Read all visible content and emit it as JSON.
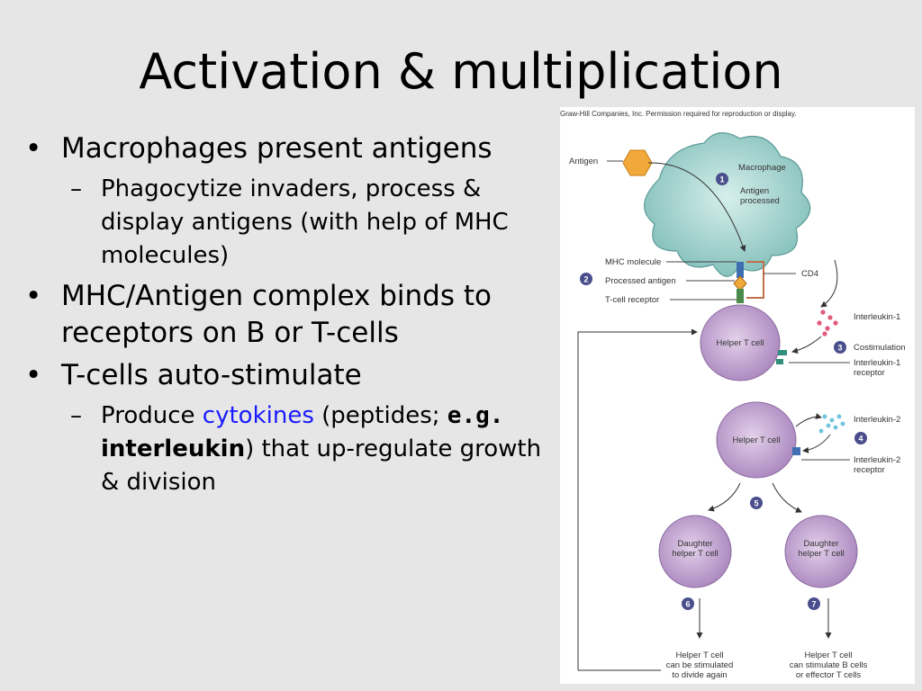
{
  "slide": {
    "title": "Activation & multiplication",
    "bullets": [
      {
        "text": "Macrophages present antigens"
      },
      {
        "sub": "Phagocytize invaders, process & display antigens (with help of MHC molecules)"
      },
      {
        "text": "MHC/Antigen complex binds to receptors on B or T-cells"
      },
      {
        "text": "T-cells auto-stimulate"
      },
      {
        "sub_parts": {
          "prefix": "Produce ",
          "highlight": "cytokines",
          "middle": " (peptides; ",
          "eg": "e.g.",
          "bold": " interleukin",
          "suffix": ") that up-regulate growth & division"
        }
      }
    ],
    "bullet_char": "•",
    "sub_char": "–",
    "highlight_color": "#1a1aff"
  },
  "figure": {
    "credit": "Graw-Hill Companies, Inc. Permission required for reproduction or display.",
    "labels": {
      "antigen": "Antigen",
      "macrophage": "Macrophage",
      "antigen_processed_1": "Antigen",
      "antigen_processed_2": "processed",
      "mhc": "MHC molecule",
      "processed_antigen": "Processed antigen",
      "tcr": "T-cell receptor",
      "cd4": "CD4",
      "il1": "Interleukin-1",
      "costim": "Costimulation",
      "il1r_1": "Interleukin-1",
      "il1r_2": "receptor",
      "il2": "Interleukin-2",
      "il2r_1": "Interleukin-2",
      "il2r_2": "receptor",
      "helper1": "Helper T cell",
      "helper2": "Helper T cell",
      "daughter_l_1": "Daughter",
      "daughter_l_2": "helper T cell",
      "daughter_r_1": "Daughter",
      "daughter_r_2": "helper T cell",
      "out_l_1": "Helper T cell",
      "out_l_2": "can be stimulated",
      "out_l_3": "to divide again",
      "out_r_1": "Helper T cell",
      "out_r_2": "can stimulate B cells",
      "out_r_3": "or effector T cells"
    },
    "steps": [
      "1",
      "2",
      "3",
      "4",
      "5",
      "6",
      "7"
    ],
    "colors": {
      "macrophage": "#a8d8d4",
      "tcell": "#c9a9d6",
      "antigen": "#f2a93b",
      "step": "#4a4f8c",
      "il1": "#e05a7a",
      "il2": "#6fc3e0"
    }
  }
}
